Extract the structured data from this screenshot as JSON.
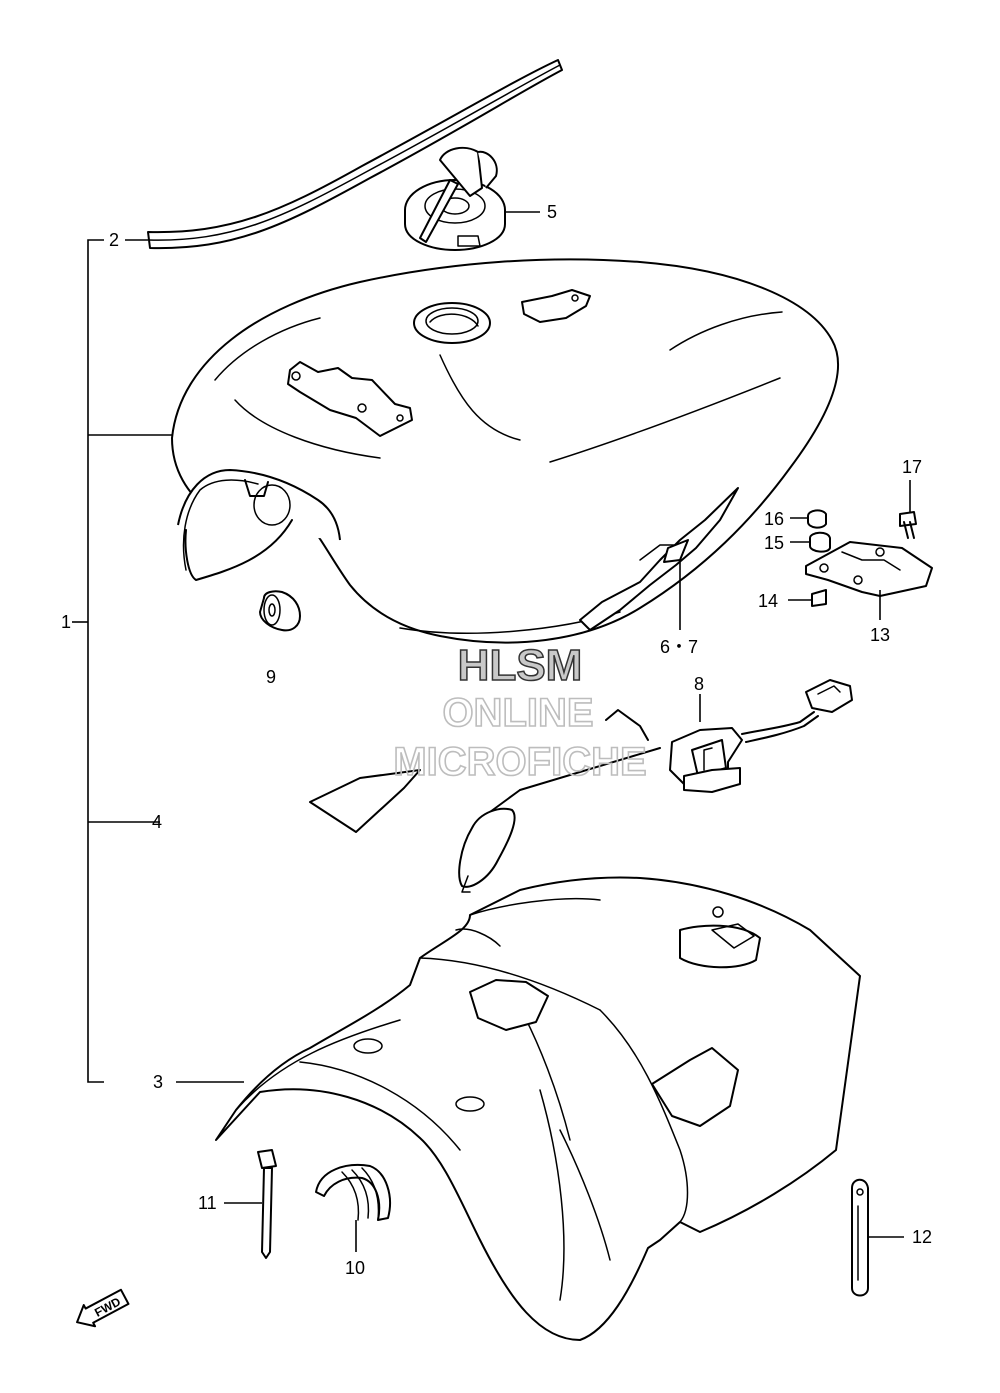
{
  "callouts": {
    "c1": "1",
    "c2": "2",
    "c3": "3",
    "c4": "4",
    "c5": "5",
    "c67": "6・7",
    "c8": "8",
    "c9": "9",
    "c10": "10",
    "c11": "11",
    "c12": "12",
    "c13": "13",
    "c14": "14",
    "c15": "15",
    "c16": "16",
    "c17": "17"
  },
  "watermark": {
    "line1": "HLSM",
    "line2": "ONLINE",
    "line3": "MICROFICHE"
  },
  "fwd_label": "FWD"
}
